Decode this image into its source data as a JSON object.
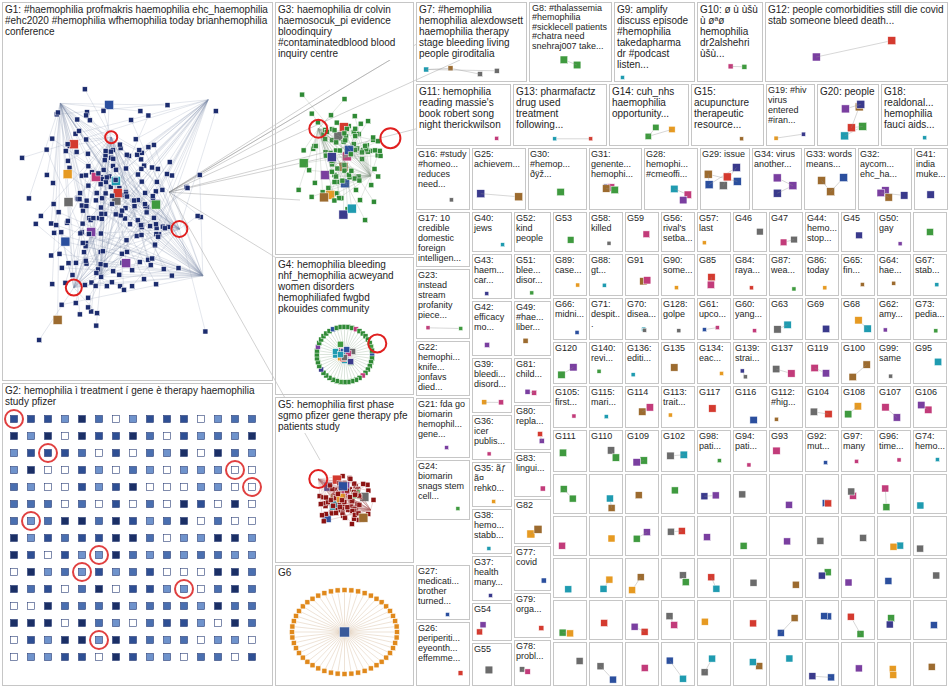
{
  "diagram": {
    "nodes": [
      {
        "text": [
          "G1: #haemophilia profmakris haemophilia ehc_haemophilia #ehc2020 #hemophilia wfhemophilia today brianhemophilia conference"
        ]
      },
      {
        "text": [
          "G2: hemophilia ì treatment í gene è therapy haemophilia study pfizer"
        ]
      },
      {
        "text": [
          "G3: haemophilia dr colvin haemosocuk_pi evidence bloodinquiry #contaminatedblood blood inquiry centre"
        ]
      },
      {
        "text": [
          "G4: hemophilia bleeding nhf_hemophilia acweyand women disorders hemophiliafed fwgbd pkouides community"
        ]
      },
      {
        "text": [
          "G5: hemophilia first phase sgmo pfizer gene therapy pfe patients study"
        ]
      },
      {
        "text": [
          "G6"
        ]
      },
      {
        "text": [
          "G7: #hemophilia hemophilia alexdowsett haemophilia therapy stage bleeding living people giroditalia"
        ]
      },
      {
        "text": [
          "G8: #thalassemia #hemophilia #sicklecell patients #chatra need snehraj007 take..."
        ]
      },
      {
        "text": [
          "G9: amplify discuss episode #hemophilia takedapharma dr #podcast listen..."
        ]
      },
      {
        "text": [
          "G10: ø ù ùšù ù øªø hemophilia dr2alshehri ùšù..."
        ]
      },
      {
        "text": [
          "G12: people comorbidities still die covid stab someone bleed death..."
        ]
      },
      {
        "text": [
          "G11: hemophilia reading massie's book robert song night therickwilson"
        ]
      },
      {
        "text": [
          "G13: pharmafactz drug used treatment following..."
        ]
      },
      {
        "text": [
          "G14: cuh_nhs haemophilia opportunity..."
        ]
      },
      {
        "text": [
          "G15: acupuncture therapeutic resource..."
        ]
      },
      {
        "text": [
          "G19: #hiv virus entered #iran..."
        ]
      },
      {
        "text": [
          "G20: people"
        ]
      },
      {
        "text": [
          "G18: realdonal... hemophilia fauci aids..."
        ]
      },
      {
        "text": [
          "G16: #study #homeo... reduces need..."
        ]
      },
      {
        "text": [
          "G25: achievem..."
        ]
      },
      {
        "text": [
          "G30: #hemop... ðÿž..."
        ]
      },
      {
        "text": [
          "G31: genente... hemophi..."
        ]
      },
      {
        "text": [
          "G28: hemophi... #cmeoffi..."
        ]
      },
      {
        "text": [
          "G29: issue"
        ]
      },
      {
        "text": [
          "G34: virus another..."
        ]
      },
      {
        "text": [
          "G33: words means..."
        ]
      },
      {
        "text": [
          "G32: aycom... ehc_ha..."
        ]
      },
      {
        "text": [
          "G41: india muke..."
        ]
      },
      {
        "text": [
          "G17: 10 credible domestic foreign intelligen..."
        ]
      },
      {
        "text": [
          "G23: instead stream profanity piece..."
        ]
      },
      {
        "text": [
          "G22: hemophi... knife... jonfavs died..."
        ]
      },
      {
        "text": [
          "G21: fda go biomarin hemophil... gene..."
        ]
      },
      {
        "text": [
          "G24: biomarin snags stem cell..."
        ]
      },
      {
        "text": [
          "G27: medicati... brother turned..."
        ]
      },
      {
        "text": [
          "G26: periperiti... eyeonth... effemme..."
        ]
      },
      {
        "text": [
          "G40: jews"
        ]
      },
      {
        "text": [
          "G43: haem... car..."
        ]
      },
      {
        "text": [
          "G42: efficacy mo..."
        ]
      },
      {
        "text": [
          "G39: bleedi... disord..."
        ]
      },
      {
        "text": [
          "G36: icer publis..."
        ]
      },
      {
        "text": [
          "G35: ãƒ ã¤ rehk0..."
        ]
      },
      {
        "text": [
          "G38: hemo... stabb..."
        ]
      },
      {
        "text": [
          "G37: health many..."
        ]
      },
      {
        "text": [
          "G54"
        ]
      },
      {
        "text": [
          "G55"
        ]
      },
      {
        "text": [
          "G52: kind people"
        ]
      },
      {
        "text": [
          "G51: blee... disor..."
        ]
      },
      {
        "text": [
          "G49: #hae... liber..."
        ]
      },
      {
        "text": [
          "G81: child..."
        ]
      },
      {
        "text": [
          "G80: repla..."
        ]
      },
      {
        "text": [
          "G83: lingui..."
        ]
      },
      {
        "text": [
          "G82"
        ]
      },
      {
        "text": [
          "G77: covid"
        ]
      },
      {
        "text": [
          "G79: orga..."
        ]
      },
      {
        "text": [
          "G78: probl..."
        ]
      },
      {
        "text": [
          "G53"
        ]
      },
      {
        "text": [
          "G58: killed"
        ]
      },
      {
        "text": [
          "G59"
        ]
      },
      {
        "text": [
          "G56: rival's setba..."
        ]
      },
      {
        "text": [
          "G57: last"
        ]
      },
      {
        "text": [
          "G46"
        ]
      },
      {
        "text": [
          "G47"
        ]
      },
      {
        "text": [
          "G44: hemo... stop..."
        ]
      },
      {
        "text": [
          "G45"
        ]
      },
      {
        "text": [
          "G50: gay"
        ]
      },
      {
        "text": [
          "G89: case..."
        ]
      },
      {
        "text": [
          "G88: gt..."
        ]
      },
      {
        "text": [
          "G91"
        ]
      },
      {
        "text": [
          "G90: some..."
        ]
      },
      {
        "text": [
          "G85"
        ]
      },
      {
        "text": [
          "G84: raya..."
        ]
      },
      {
        "text": [
          "G87: wea..."
        ]
      },
      {
        "text": [
          "G86: today"
        ]
      },
      {
        "text": [
          "G65: fin..."
        ]
      },
      {
        "text": [
          "G64: hae..."
        ]
      },
      {
        "text": [
          "G67: stab..."
        ]
      },
      {
        "text": [
          "G66: midni..."
        ]
      },
      {
        "text": [
          "G71: despit..."
        ]
      },
      {
        "text": [
          "G70: disea..."
        ]
      },
      {
        "text": [
          "G128: golpe"
        ]
      },
      {
        "text": [
          "G61: upco..."
        ]
      },
      {
        "text": [
          "G60: yang..."
        ]
      },
      {
        "text": [
          "G63"
        ]
      },
      {
        "text": [
          "G69"
        ]
      },
      {
        "text": [
          "G68"
        ]
      },
      {
        "text": [
          "G62: amy..."
        ]
      },
      {
        "text": [
          "G73: pedia..."
        ]
      },
      {
        "text": [
          "G120"
        ]
      },
      {
        "text": [
          "G140: revi..."
        ]
      },
      {
        "text": [
          "G136: editi..."
        ]
      },
      {
        "text": [
          "G135"
        ]
      },
      {
        "text": [
          "G134: eac..."
        ]
      },
      {
        "text": [
          "G139: strai..."
        ]
      },
      {
        "text": [
          "G137"
        ]
      },
      {
        "text": [
          "G119"
        ]
      },
      {
        "text": [
          "G100"
        ]
      },
      {
        "text": [
          "G99: same"
        ]
      },
      {
        "text": [
          "G95"
        ]
      },
      {
        "text": [
          "G105: first..."
        ]
      },
      {
        "text": [
          "G115: mari..."
        ]
      },
      {
        "text": [
          "G114"
        ]
      },
      {
        "text": [
          "G113: trait..."
        ]
      },
      {
        "text": [
          "G117"
        ]
      },
      {
        "text": [
          "G116"
        ]
      },
      {
        "text": [
          "G112: #hig..."
        ]
      },
      {
        "text": [
          "G104"
        ]
      },
      {
        "text": [
          "G108"
        ]
      },
      {
        "text": [
          "G107"
        ]
      },
      {
        "text": [
          "G106"
        ]
      },
      {
        "text": [
          "G111"
        ]
      },
      {
        "text": [
          "G110"
        ]
      },
      {
        "text": [
          "G109"
        ]
      },
      {
        "text": [
          "G102"
        ]
      },
      {
        "text": [
          "G98: pati..."
        ]
      },
      {
        "text": [
          "G94: pati..."
        ]
      },
      {
        "text": [
          "G93"
        ]
      },
      {
        "text": [
          "G92: mut..."
        ]
      },
      {
        "text": [
          "G97: many"
        ]
      },
      {
        "text": [
          "G96: time..."
        ]
      },
      {
        "text": [
          "G74: hemo..."
        ]
      }
    ]
  }
}
